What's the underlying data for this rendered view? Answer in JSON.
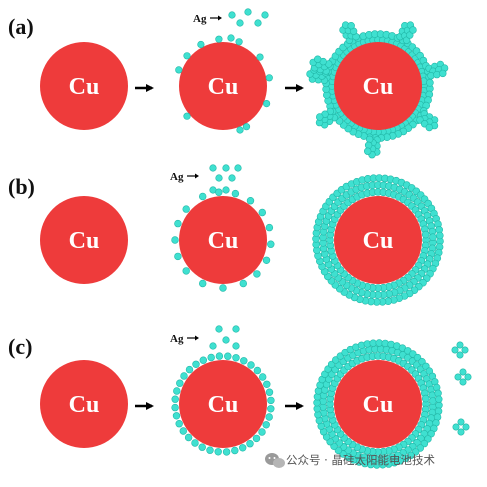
{
  "panels": [
    {
      "label": "(a)"
    },
    {
      "label": "(b)"
    },
    {
      "label": "(c)"
    }
  ],
  "core_label": "Cu",
  "ag_label": "Ag",
  "watermark": {
    "text": "公众号 · 晶硅太阳能电池技术",
    "icon": "wechat-icon"
  },
  "colors": {
    "copper": "#EE3B3B",
    "silver": "#3FE0D0",
    "silver_stroke": "#22B8A8",
    "arrow": "#000000"
  }
}
